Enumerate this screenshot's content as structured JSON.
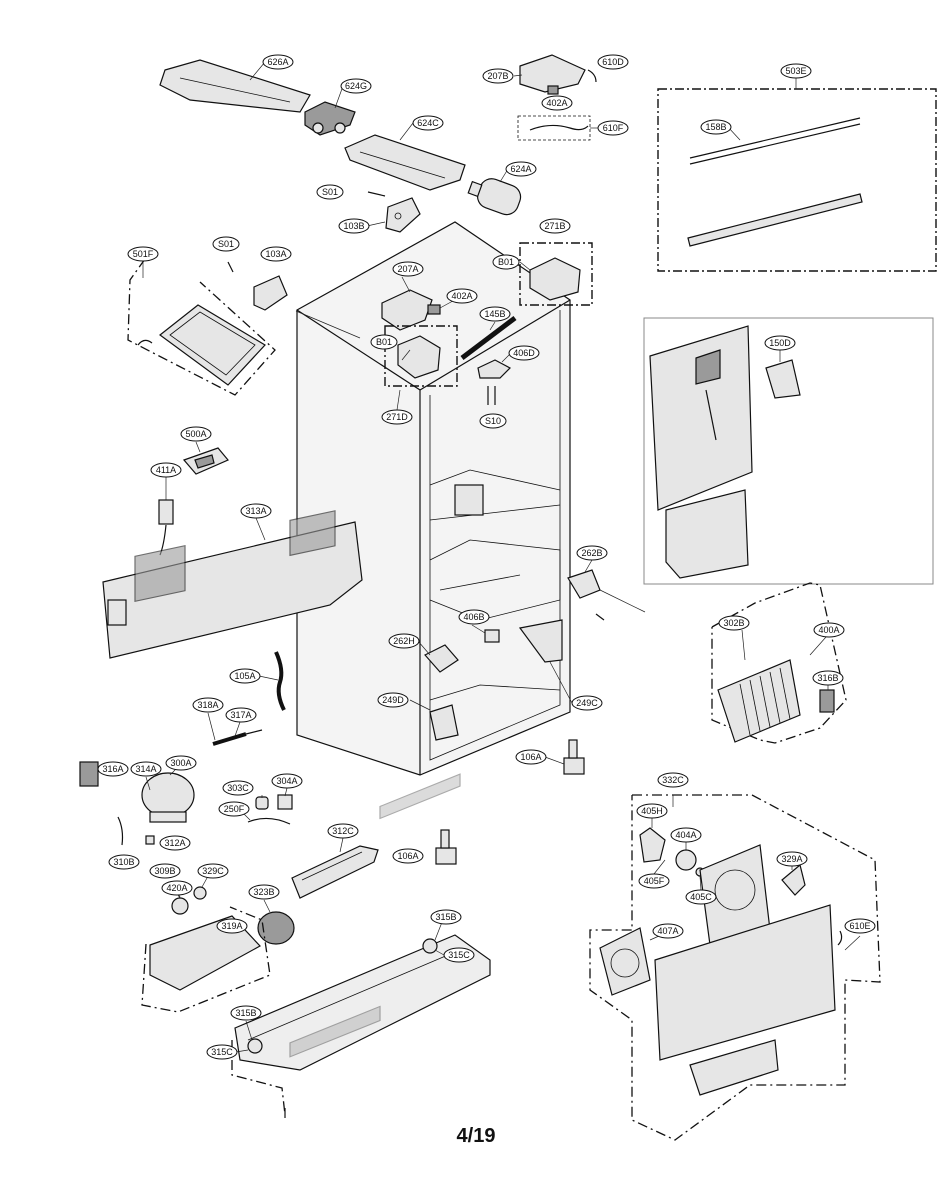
{
  "page_number": "4/19",
  "callouts": [
    "626A",
    "624G",
    "624C",
    "624A",
    "207B",
    "610D",
    "402A",
    "610F",
    "503E",
    "158B",
    "S01",
    "103B",
    "271B",
    "B01",
    "501F",
    "S01",
    "103A",
    "207A",
    "402A",
    "145B",
    "406D",
    "B01",
    "271D",
    "S10",
    "150D",
    "500A",
    "411A",
    "313A",
    "262B",
    "302B",
    "400A",
    "316B",
    "262H",
    "406B",
    "105A",
    "249D",
    "249C",
    "318A",
    "317A",
    "106A",
    "316A",
    "314A",
    "300A",
    "303C",
    "304A",
    "250F",
    "312C",
    "332C",
    "405H",
    "404A",
    "312A",
    "310B",
    "106A",
    "405F",
    "405C",
    "329A",
    "309B",
    "329C",
    "420A",
    "323B",
    "315B",
    "610E",
    "319A",
    "315C",
    "407A",
    "315B",
    "315C"
  ]
}
